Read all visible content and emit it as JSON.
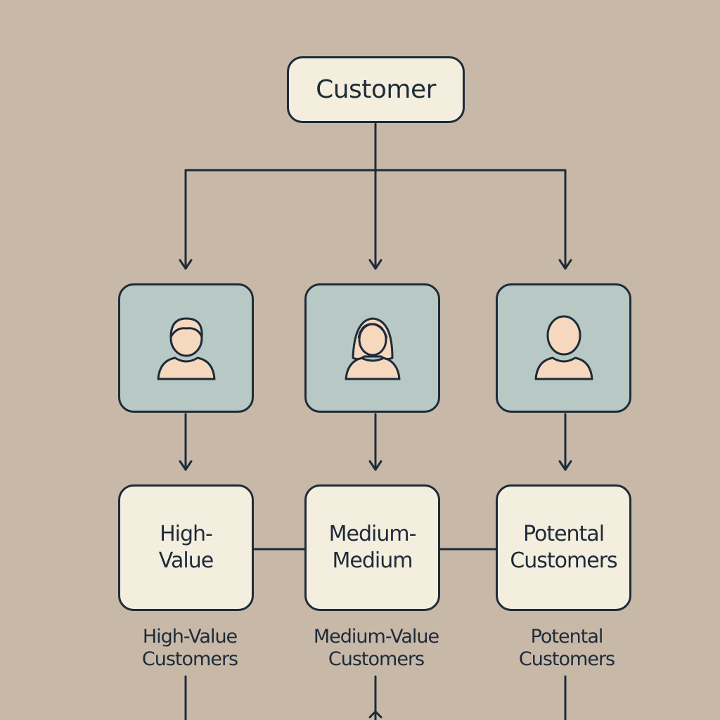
{
  "root": {
    "label": "Customer"
  },
  "segments": [
    {
      "icon": "male-person-icon",
      "box_lines": [
        "High-",
        "Value"
      ],
      "caption_lines": [
        "High-Value",
        "Customers"
      ]
    },
    {
      "icon": "female-person-icon",
      "box_lines": [
        "Medium-",
        "Medium"
      ],
      "caption_lines": [
        "Medium-Value",
        "Customers"
      ]
    },
    {
      "icon": "person-icon",
      "box_lines": [
        "Potental",
        "Customers"
      ],
      "caption_lines": [
        "Potental",
        "Customers"
      ]
    }
  ],
  "colors": {
    "background": "#c8b8a8",
    "icon_card": "#b8c9c5",
    "label_card": "#f4eedf",
    "stroke": "#1e2b38"
  }
}
